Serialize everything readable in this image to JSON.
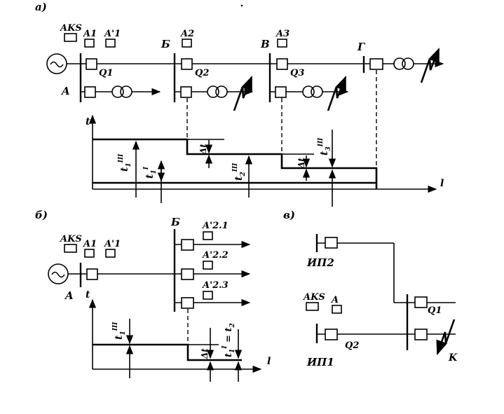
{
  "panel_labels": {
    "a": "а)",
    "b": "б)",
    "v": "в)"
  },
  "panel_a": {
    "relay_labels": {
      "aks": "AKS",
      "a1": "A1",
      "a1p": "A'1",
      "a2": "A2",
      "a3": "A3"
    },
    "bus_labels": {
      "A": "A",
      "B": "Б",
      "V": "В",
      "G": "Г"
    },
    "breaker_labels": {
      "q1": "Q1",
      "q2": "Q2",
      "q3": "Q3"
    },
    "axis_t": "t",
    "axis_l": "l",
    "time_labels": {
      "t1_III": "t",
      "t1_III_sup": "III",
      "t1_III_sub": "1",
      "t1_I": "t",
      "t1_I_sup": "I",
      "t1_I_sub": "1",
      "t2_III": "t",
      "t2_III_sup": "III",
      "t2_III_sub": "2",
      "t3_III": "t",
      "t3_III_sup": "III",
      "t3_III_sub": "3",
      "dt1": "Δt",
      "dt2": "Δt"
    }
  },
  "panel_b": {
    "relay_labels": {
      "aks": "AKS",
      "a1": "A1",
      "a1p": "A'1",
      "a21": "A'2.1",
      "a22": "A'2.2",
      "a23": "A'2.3"
    },
    "bus_labels": {
      "A": "A",
      "B": "Б"
    },
    "axis_t": "t",
    "axis_l": "l",
    "time_labels": {
      "t1_III": "t",
      "t1_III_sup": "III",
      "t1_III_sub": "1",
      "dt": "Δt",
      "eq": "t",
      "eq_sup": "I",
      "eq_sub": "1",
      "eq_rest": " = t",
      "eq_sub2": "2"
    }
  },
  "panel_v": {
    "source_labels": {
      "ip2": "ИП2",
      "ip1": "ИП1"
    },
    "relay_labels": {
      "aks": "AKS",
      "a": "A"
    },
    "breaker_labels": {
      "q1": "Q1",
      "q2": "Q2"
    },
    "fault_label": "K"
  }
}
